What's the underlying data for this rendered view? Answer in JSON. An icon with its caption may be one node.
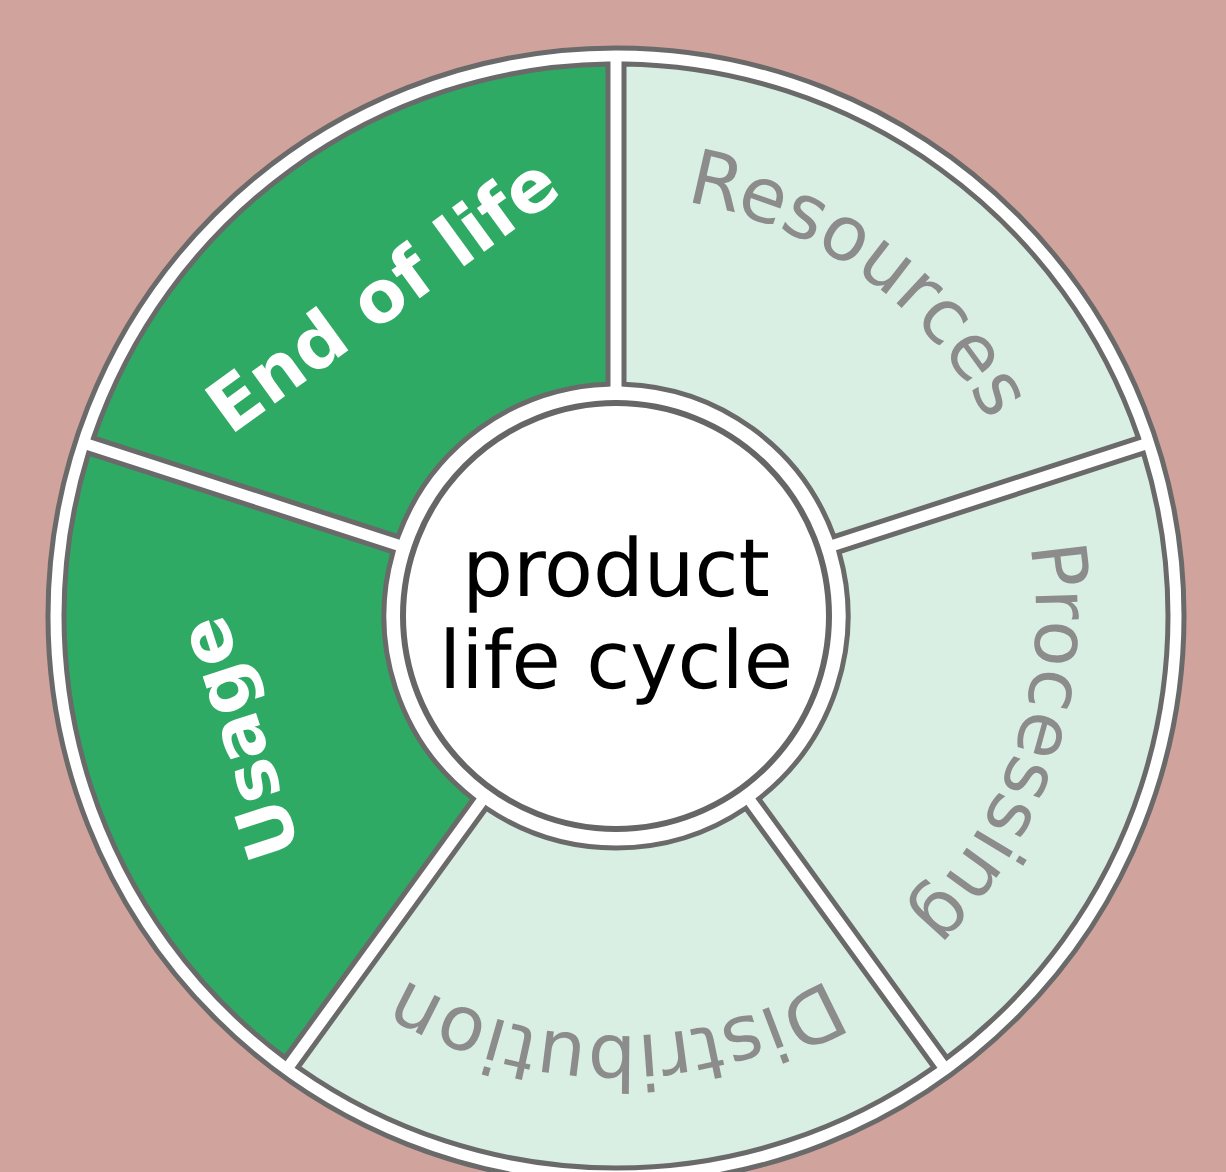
{
  "diagram": {
    "nodes": [
      {
        "text": [
          "product life cycle"
        ]
      },
      {
        "text": [
          "Resources"
        ]
      },
      {
        "text": [
          "Processing"
        ]
      },
      {
        "text": [
          "Distribution"
        ]
      },
      {
        "text": [
          "Usage"
        ]
      },
      {
        "text": [
          "End of life"
        ]
      }
    ]
  }
}
